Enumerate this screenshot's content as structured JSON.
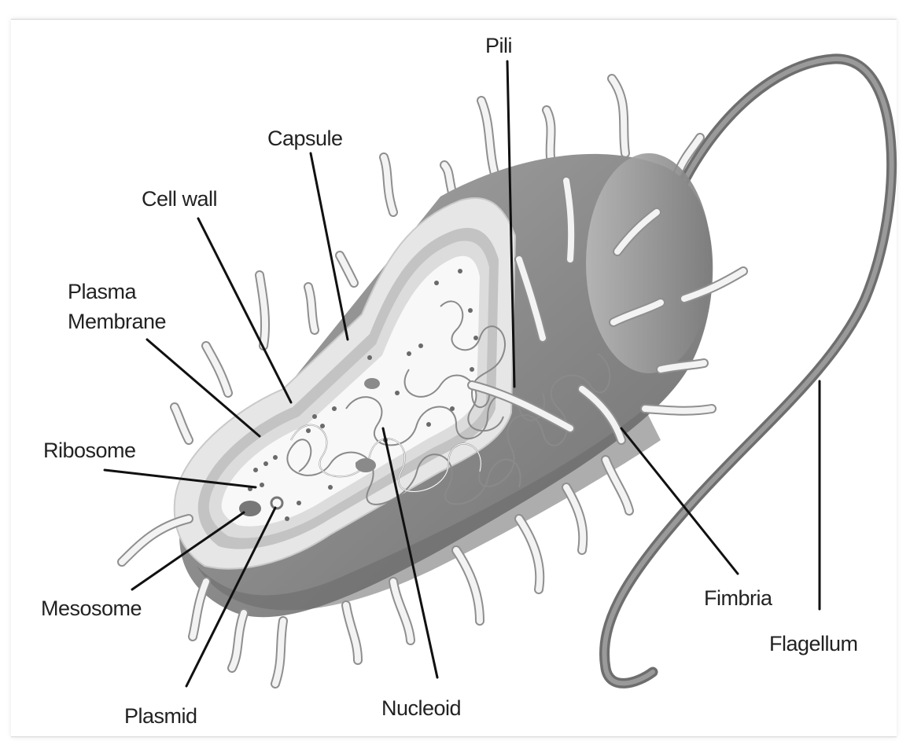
{
  "labels": {
    "pili": "Pili",
    "capsule": "Capsule",
    "cell_wall": "Cell wall",
    "plasma_membrane_line1": "Plasma",
    "plasma_membrane_line2": "Membrane",
    "ribosome": "Ribosome",
    "mesosome": "Mesosome",
    "plasmid": "Plasmid",
    "nucleoid": "Nucleoid",
    "fimbria": "Fimbria",
    "flagellum": "Flagellum"
  },
  "colors": {
    "body_dark": "#7e7e7e",
    "body_mid": "#9a9a9a",
    "capsule_layer": "#e9e9e9",
    "wall_layer": "#bdbdbd",
    "membrane_layer": "#d2d2d2",
    "cytoplasm": "#f7f7f7",
    "leader": "#111111"
  }
}
